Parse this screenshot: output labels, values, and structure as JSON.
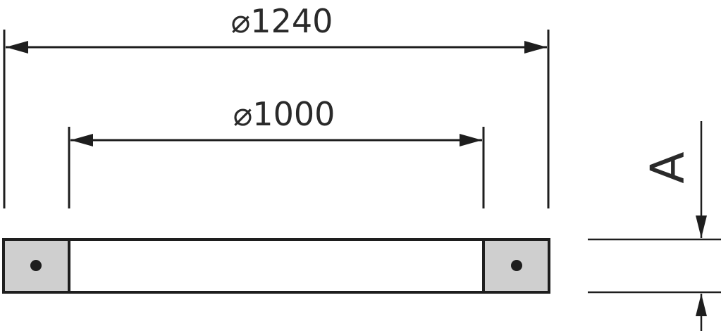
{
  "drawing": {
    "outer_diameter_label": "⌀1240",
    "inner_diameter_label": "⌀1000",
    "height_label": "A",
    "colors": {
      "line": "#1e1e1e",
      "text": "#2a2a2a",
      "section_fill": "#cfcfcf",
      "background": "#ffffff"
    }
  }
}
